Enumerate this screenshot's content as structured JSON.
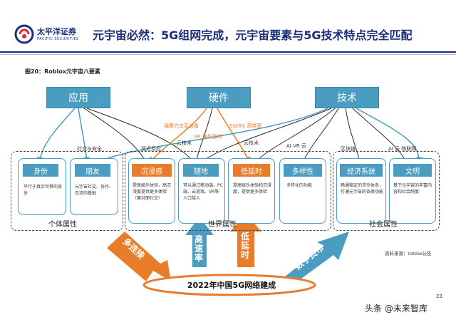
{
  "header": {
    "logo_cn": "太平洋证券",
    "logo_en": "PACIFIC SECURITIES",
    "title": "元宇宙必然：5G组网完成，元宇宙要素与5G技术特点完全匹配"
  },
  "figure": {
    "title": "图20：Roblox元宇宙八要素",
    "top_nodes": [
      "应用",
      "硬件",
      "技术"
    ],
    "links": {
      "social_security": "社交与安全",
      "low_latency": "延迟反应",
      "cloud_tech_1": "云技术",
      "vr_interface": "VR 操作接口",
      "cloud_tech_2": "云技术",
      "ai_vr_cloud": "AI VR 云",
      "blockchain": "区块链",
      "ai_cloud_iot": "AI 云 物联网",
      "strong_interaction": "强算力交互设备",
      "bandwidth": "5G/6G 高带宽"
    },
    "groups": [
      {
        "name": "个体属性",
        "elements": [
          {
            "label": "身份",
            "desc": "平行于真实世界的身份",
            "color": "blue"
          },
          {
            "label": "朋友",
            "desc": "元宇宙社交、协作、交流的基础",
            "color": "blue"
          }
        ]
      },
      {
        "name": "世界属性",
        "elements": [
          {
            "label": "沉浸感",
            "desc": "提高娱乐体验，高沉浸度提供更多体验（面对面社交）",
            "color": "orange"
          },
          {
            "label": "随地",
            "desc": "可以通过移动端、PC端、云游戏、VR等人口接入",
            "color": "blue"
          },
          {
            "label": "低延时",
            "desc": "提高娱乐体验和沉浸度，提供更多体验",
            "color": "orange"
          },
          {
            "label": "多样性",
            "desc": "多样化的功能",
            "color": "blue"
          }
        ]
      },
      {
        "name": "社会属性",
        "elements": [
          {
            "label": "经济系统",
            "desc": "畅通稳定的货币体系，打通元宇宙的各类功能",
            "color": "blue"
          },
          {
            "label": "文明",
            "desc": "基于元宇宙的丰富内容和社会制度",
            "color": "blue"
          }
        ]
      }
    ],
    "foundation": "2022年中国5G网络建成",
    "arrows": [
      "多连接",
      "高速率",
      "低延时",
      "数字货币"
    ],
    "source": "资料来源：roblox公告"
  },
  "page_number": "23",
  "watermark": "头条 @未来智库",
  "colors": {
    "primary_blue": "#4a9cc0",
    "accent_orange": "#e87c2a",
    "brand_navy": "#1a2f7a"
  }
}
